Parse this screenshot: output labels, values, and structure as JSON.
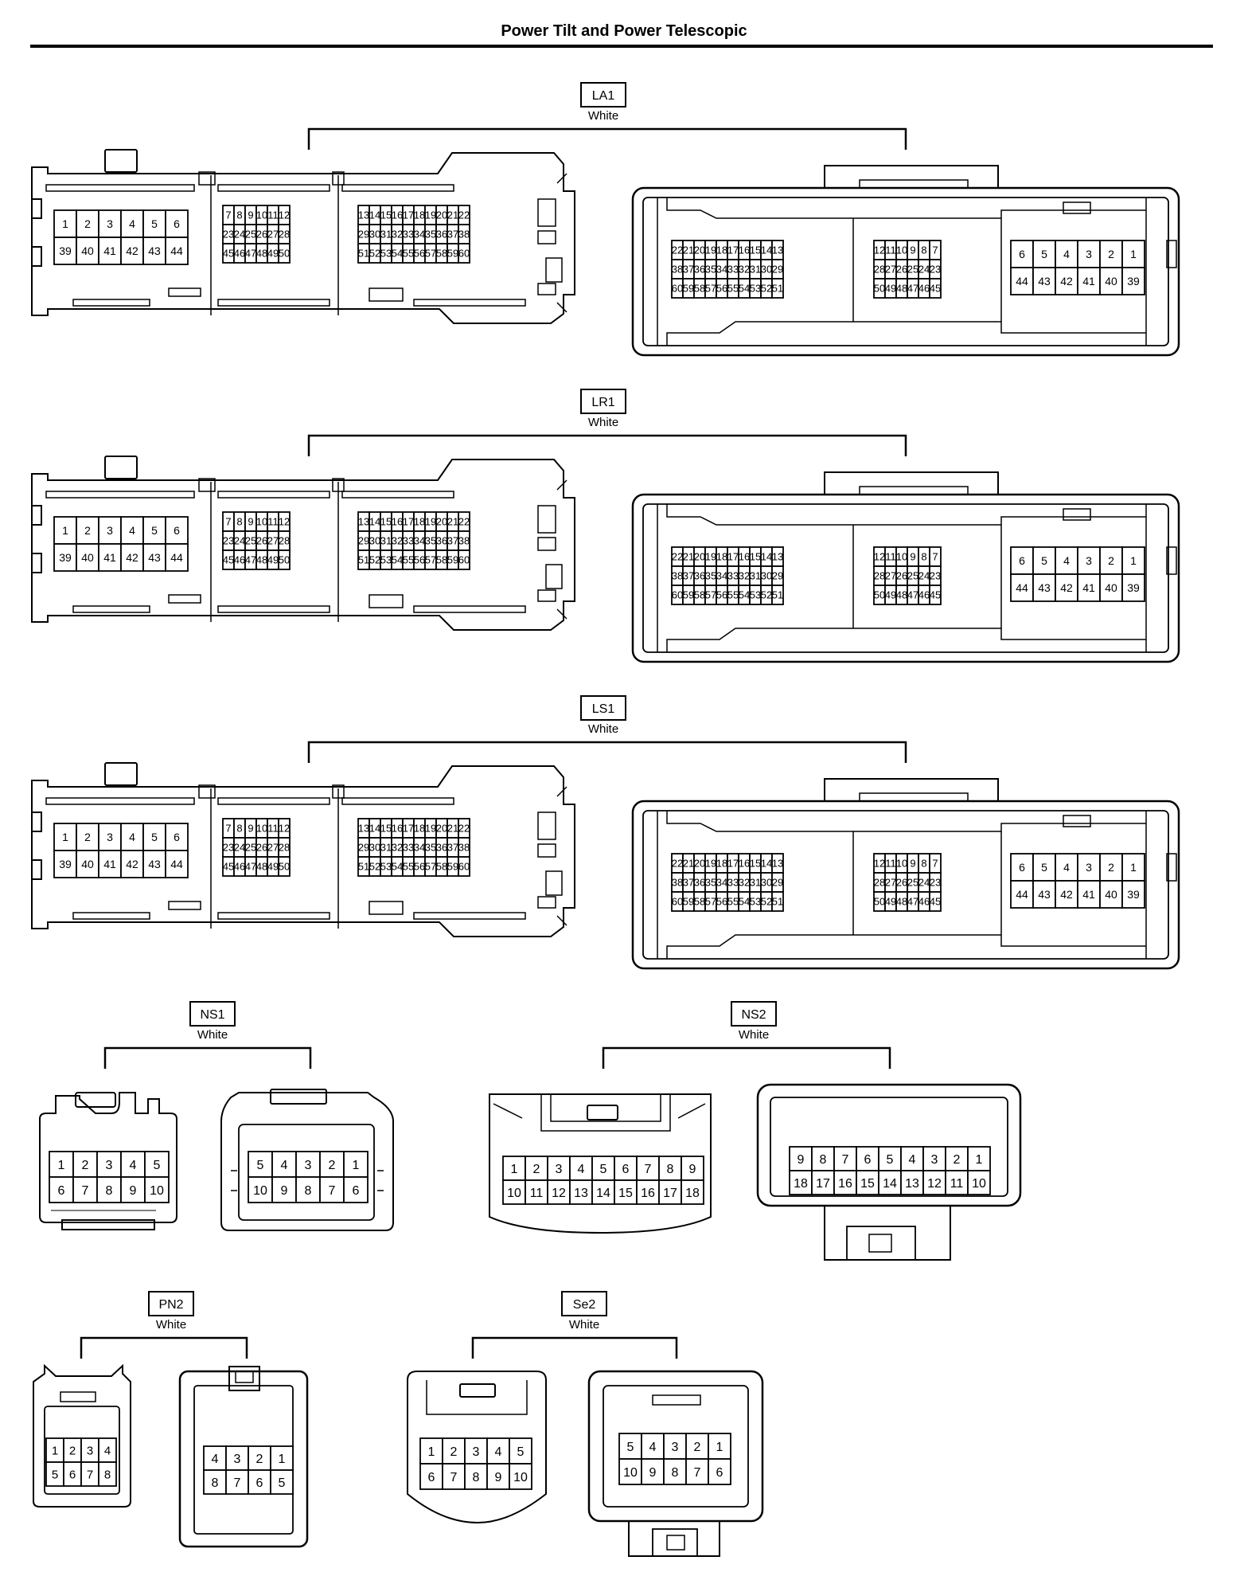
{
  "page": {
    "title": "Power Tilt and Power Telescopic"
  },
  "connectors": [
    {
      "id": "LA1",
      "color": "White"
    },
    {
      "id": "LR1",
      "color": "White"
    },
    {
      "id": "LS1",
      "color": "White"
    },
    {
      "id": "NS1",
      "color": "White"
    },
    {
      "id": "NS2",
      "color": "White"
    },
    {
      "id": "PN2",
      "color": "White"
    },
    {
      "id": "Se2",
      "color": "White"
    }
  ],
  "pins": {
    "big_a": [
      [
        [
          "1",
          "2",
          "3",
          "4",
          "5",
          "6"
        ],
        [
          "39",
          "40",
          "41",
          "42",
          "43",
          "44"
        ]
      ],
      [
        [
          "7",
          "8",
          "9",
          "10",
          "11",
          "12"
        ],
        [
          "23",
          "24",
          "25",
          "26",
          "27",
          "28"
        ],
        [
          "45",
          "46",
          "47",
          "48",
          "49",
          "50"
        ]
      ],
      [
        [
          "13",
          "14",
          "15",
          "16",
          "17",
          "18",
          "19",
          "20",
          "21",
          "22"
        ],
        [
          "29",
          "30",
          "31",
          "32",
          "33",
          "34",
          "35",
          "36",
          "37",
          "38"
        ],
        [
          "51",
          "52",
          "53",
          "54",
          "55",
          "56",
          "57",
          "58",
          "59",
          "60"
        ]
      ]
    ],
    "big_b": [
      [
        [
          "22",
          "21",
          "20",
          "19",
          "18",
          "17",
          "16",
          "15",
          "14",
          "13"
        ],
        [
          "38",
          "37",
          "36",
          "35",
          "34",
          "33",
          "32",
          "31",
          "30",
          "29"
        ],
        [
          "60",
          "59",
          "58",
          "57",
          "56",
          "55",
          "54",
          "53",
          "52",
          "51"
        ]
      ],
      [
        [
          "12",
          "11",
          "10",
          "9",
          "8",
          "7"
        ],
        [
          "28",
          "27",
          "26",
          "25",
          "24",
          "23"
        ],
        [
          "50",
          "49",
          "48",
          "47",
          "46",
          "45"
        ]
      ],
      [
        [
          "6",
          "5",
          "4",
          "3",
          "2",
          "1"
        ],
        [
          "44",
          "43",
          "42",
          "41",
          "40",
          "39"
        ]
      ]
    ],
    "ns1_a": [
      [
        "1",
        "2",
        "3",
        "4",
        "5"
      ],
      [
        "6",
        "7",
        "8",
        "9",
        "10"
      ]
    ],
    "ns1_b": [
      [
        "5",
        "4",
        "3",
        "2",
        "1"
      ],
      [
        "10",
        "9",
        "8",
        "7",
        "6"
      ]
    ],
    "ns2_a": [
      [
        "1",
        "2",
        "3",
        "4",
        "5",
        "6",
        "7",
        "8",
        "9"
      ],
      [
        "10",
        "11",
        "12",
        "13",
        "14",
        "15",
        "16",
        "17",
        "18"
      ]
    ],
    "ns2_b": [
      [
        "9",
        "8",
        "7",
        "6",
        "5",
        "4",
        "3",
        "2",
        "1"
      ],
      [
        "18",
        "17",
        "16",
        "15",
        "14",
        "13",
        "12",
        "11",
        "10"
      ]
    ],
    "pn2_a": [
      [
        "1",
        "2",
        "3",
        "4"
      ],
      [
        "5",
        "6",
        "7",
        "8"
      ]
    ],
    "pn2_b": [
      [
        "4",
        "3",
        "2",
        "1"
      ],
      [
        "8",
        "7",
        "6",
        "5"
      ]
    ],
    "se2_a": [
      [
        "1",
        "2",
        "3",
        "4",
        "5"
      ],
      [
        "6",
        "7",
        "8",
        "9",
        "10"
      ]
    ],
    "se2_b": [
      [
        "5",
        "4",
        "3",
        "2",
        "1"
      ],
      [
        "10",
        "9",
        "8",
        "7",
        "6"
      ]
    ]
  }
}
